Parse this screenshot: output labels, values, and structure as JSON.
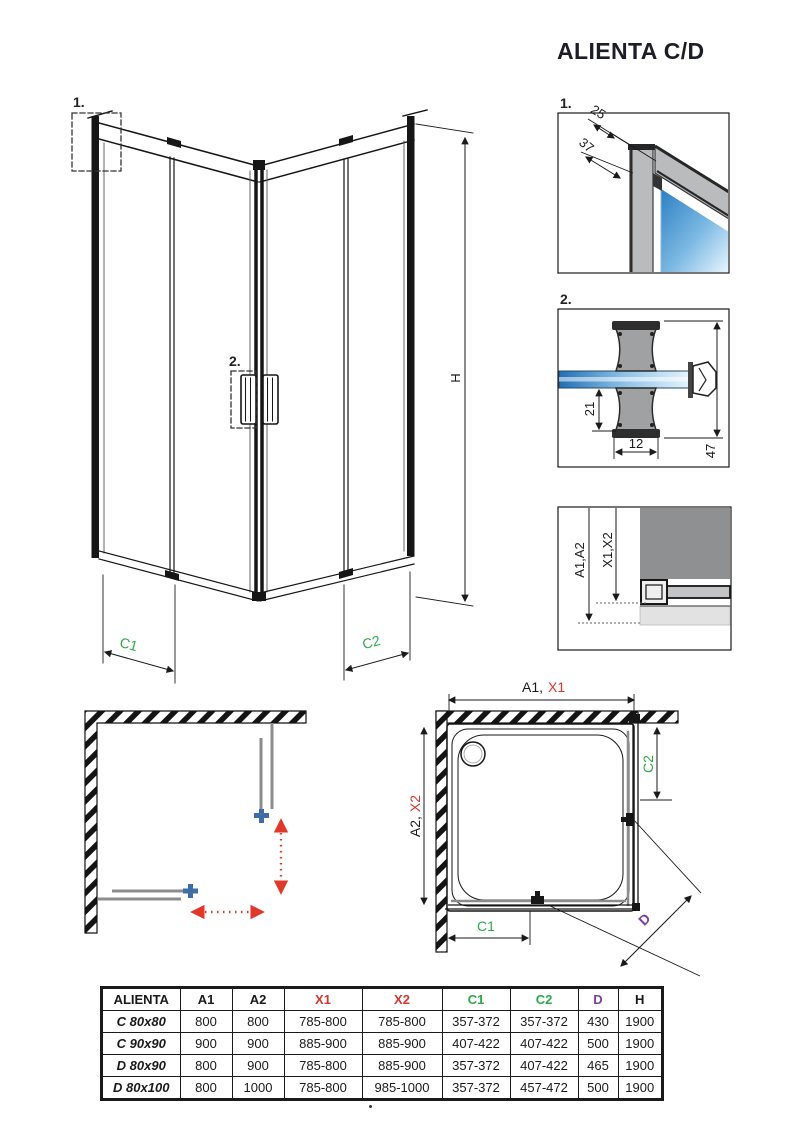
{
  "title": "ALIENTA C/D",
  "callouts": {
    "one": "1.",
    "two": "2."
  },
  "dimensions": {
    "h": "H",
    "c1": "C1",
    "c2": "C2",
    "d": "D",
    "a1_black": "A1,",
    "x1_red": "X1",
    "a2_black": "A2,",
    "x2_red": "X2",
    "detail1_width": "25",
    "detail1_depth": "37",
    "detail2_inset": "21",
    "detail2_width": "12",
    "detail2_height": "47",
    "detail3_outer": "A1,A2",
    "detail3_inner": "X1,X2"
  },
  "colors": {
    "ink": "#1a1a1a",
    "red": "#d8352f",
    "green": "#2fa84a",
    "purple": "#7b3fa0",
    "steel_blue": "#3f6ea6",
    "door_gray": "#8c8c8c",
    "glass_blue": "#2f86c6",
    "wall_gray": "#8e9092"
  },
  "table": {
    "headers": [
      "ALIENTA",
      "A1",
      "A2",
      "X1",
      "X2",
      "C1",
      "C2",
      "D",
      "H"
    ],
    "rows": [
      {
        "name": "C 80x80",
        "values": [
          "800",
          "800",
          "785-800",
          "785-800",
          "357-372",
          "357-372",
          "430",
          "1900"
        ]
      },
      {
        "name": "C 90x90",
        "values": [
          "900",
          "900",
          "885-900",
          "885-900",
          "407-422",
          "407-422",
          "500",
          "1900"
        ]
      },
      {
        "name": "D 80x90",
        "values": [
          "800",
          "900",
          "785-800",
          "885-900",
          "357-372",
          "407-422",
          "465",
          "1900"
        ]
      },
      {
        "name": "D 80x100",
        "values": [
          "800",
          "1000",
          "785-800",
          "985-1000",
          "357-372",
          "457-472",
          "500",
          "1900"
        ]
      }
    ]
  }
}
